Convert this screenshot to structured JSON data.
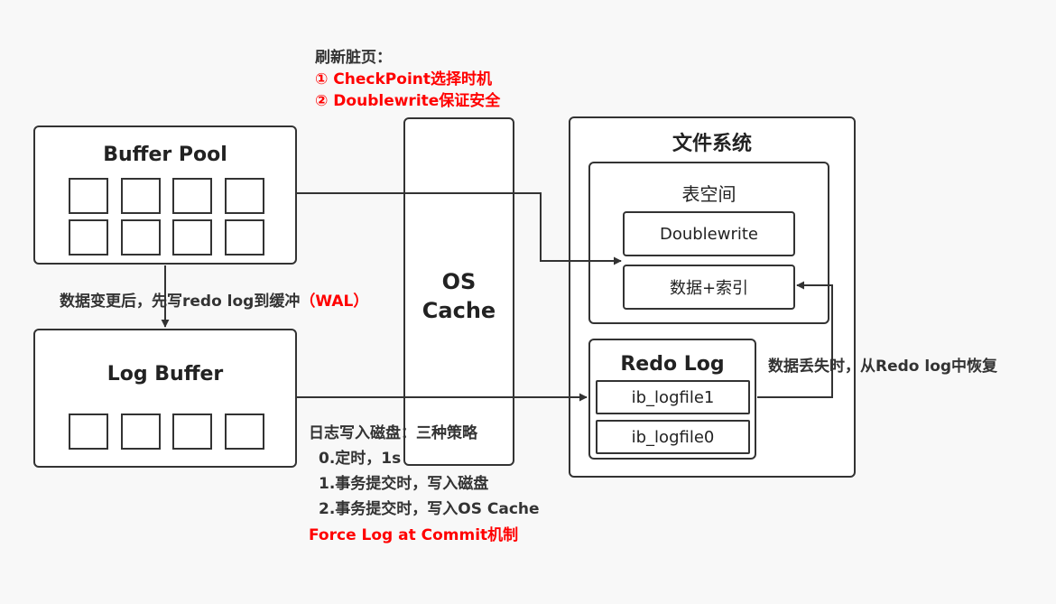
{
  "buffer_pool": {
    "title": "Buffer Pool"
  },
  "log_buffer": {
    "title": "Log Buffer"
  },
  "os_cache": {
    "line1": "OS",
    "line2": "Cache"
  },
  "filesystem": {
    "title": "文件系统",
    "tablespace": {
      "title": "表空间",
      "doublewrite": "Doublewrite",
      "data_index": "数据+索引"
    },
    "redo_log": {
      "title": "Redo Log",
      "file1": "ib_logfile1",
      "file0": "ib_logfile0"
    }
  },
  "flush_note": {
    "heading": "刷新脏页：",
    "item1": "① CheckPoint选择时机",
    "item2": "② Doublewrite保证安全"
  },
  "wal_note": {
    "text": "数据变更后，先写redo log到缓冲",
    "highlight": "（WAL）"
  },
  "recover_note": "数据丢失时，从Redo log中恢复",
  "log_write_note": {
    "heading": "日志写入磁盘：三种策略",
    "strategy0": "0.定时，1s",
    "strategy1": "1.事务提交时，写入磁盘",
    "strategy2": "2.事务提交时，写入OS Cache",
    "mechanism": "Force Log at Commit机制"
  },
  "colors": {
    "highlight": "#ff0000",
    "border": "#333333",
    "background": "#f8f8f8"
  }
}
